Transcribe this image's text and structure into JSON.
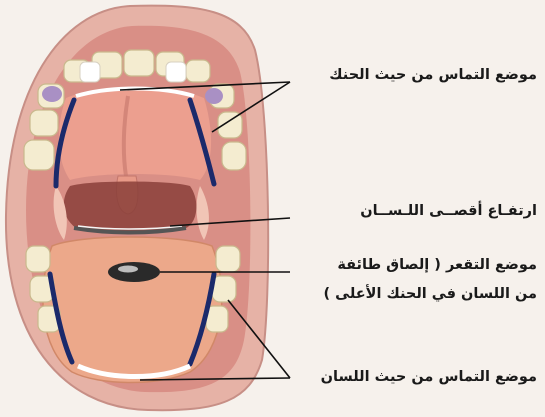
{
  "labels": {
    "palate_contact": "موضع التماس من حيث الحنك",
    "back_elevation": "ارتفـاع أقصــى اللـســان",
    "groove_line1": "موضع التقعر ( إلصاق طائفة",
    "groove_line2": "من اللسان في الحنك الأعلى )",
    "tongue_contact": "موضع التماس من حيث اللسان"
  },
  "colors": {
    "background": "#f6f1ec",
    "lips": "#e8b3a8",
    "palate": "#e8a293",
    "throat": "#8a3f3a",
    "tongue": "#eba888",
    "contact_line": "#1b2a6b",
    "leader_line": "#111111"
  }
}
